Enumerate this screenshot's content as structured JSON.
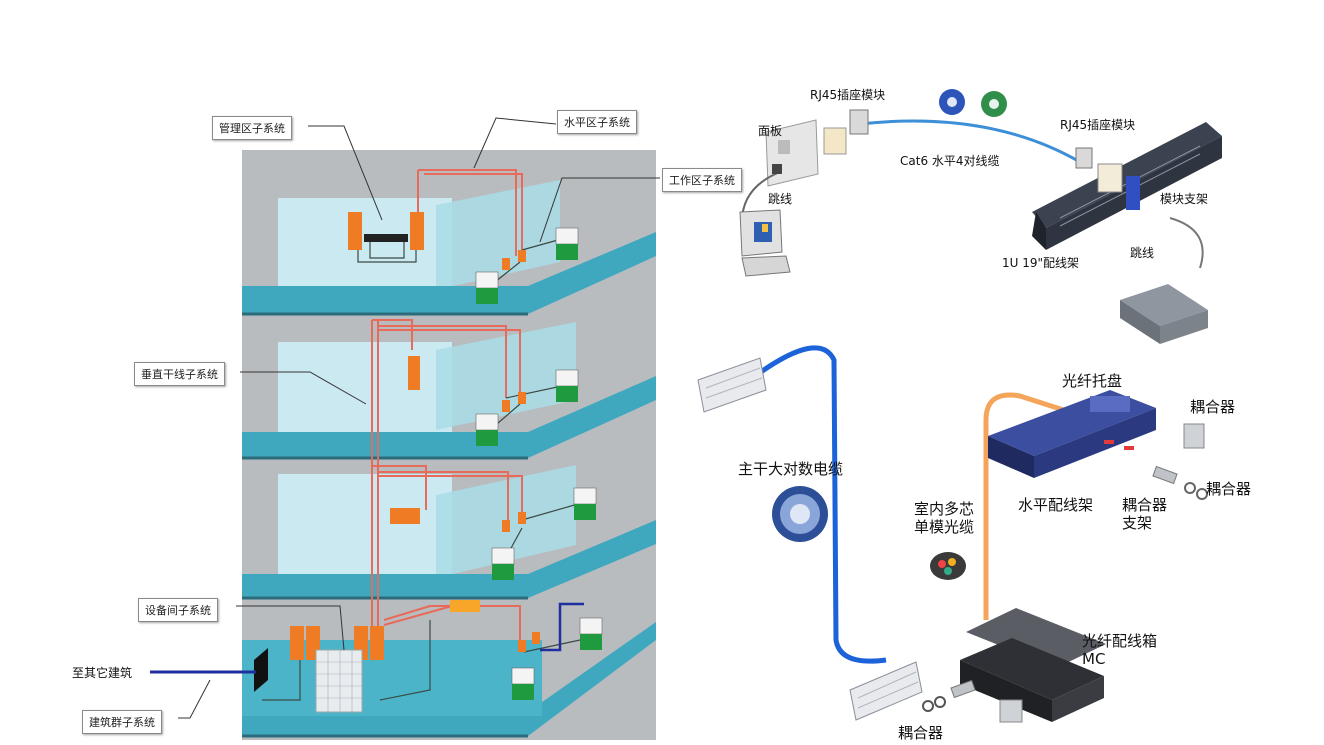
{
  "building": {
    "callouts": {
      "management": "管理区子系统",
      "horizontal": "水平区子系统",
      "work_area": "工作区子系统",
      "vertical_backbone": "垂直干线子系统",
      "equipment_room": "设备间子系统",
      "building_group": "建筑群子系统"
    },
    "to_other_buildings": "至其它建筑"
  },
  "copper": {
    "rj45_module_left": "RJ45插座模块",
    "faceplate": "面板",
    "patch_cord_left": "跳线",
    "cat6_cable": "Cat6 水平4对线缆",
    "rj45_module_right": "RJ45插座模块",
    "module_bracket": "模块支架",
    "patch_panel": "1U 19\"配线架",
    "patch_cord_right": "跳线"
  },
  "backbone": {
    "large_pair_cable": "主干大对数电缆"
  },
  "fiber": {
    "splice_tray": "光纤托盘",
    "coupler_top": "耦合器",
    "coupler_right": "耦合器",
    "horizontal_frame": "水平配线架",
    "coupler_bracket_line1": "耦合器",
    "coupler_bracket_line2": "支架",
    "indoor_cable_line1": "室内多芯",
    "indoor_cable_line2": "单模光缆",
    "distribution_box": "光纤配线箱",
    "mc": "MC",
    "coupler_bottom": "耦合器"
  },
  "colors": {
    "floor": "#3fa8bf",
    "building_face": "#b9bcbf",
    "glass": "#cbe9f1",
    "red_cable": "#e86a5a",
    "orange_device": "#f07b25",
    "green_device": "#1f9a3f",
    "blue_cable": "#1c62d8",
    "orange_fiber": "#f5a55a",
    "dark_blue_line": "#1c2f9c"
  }
}
